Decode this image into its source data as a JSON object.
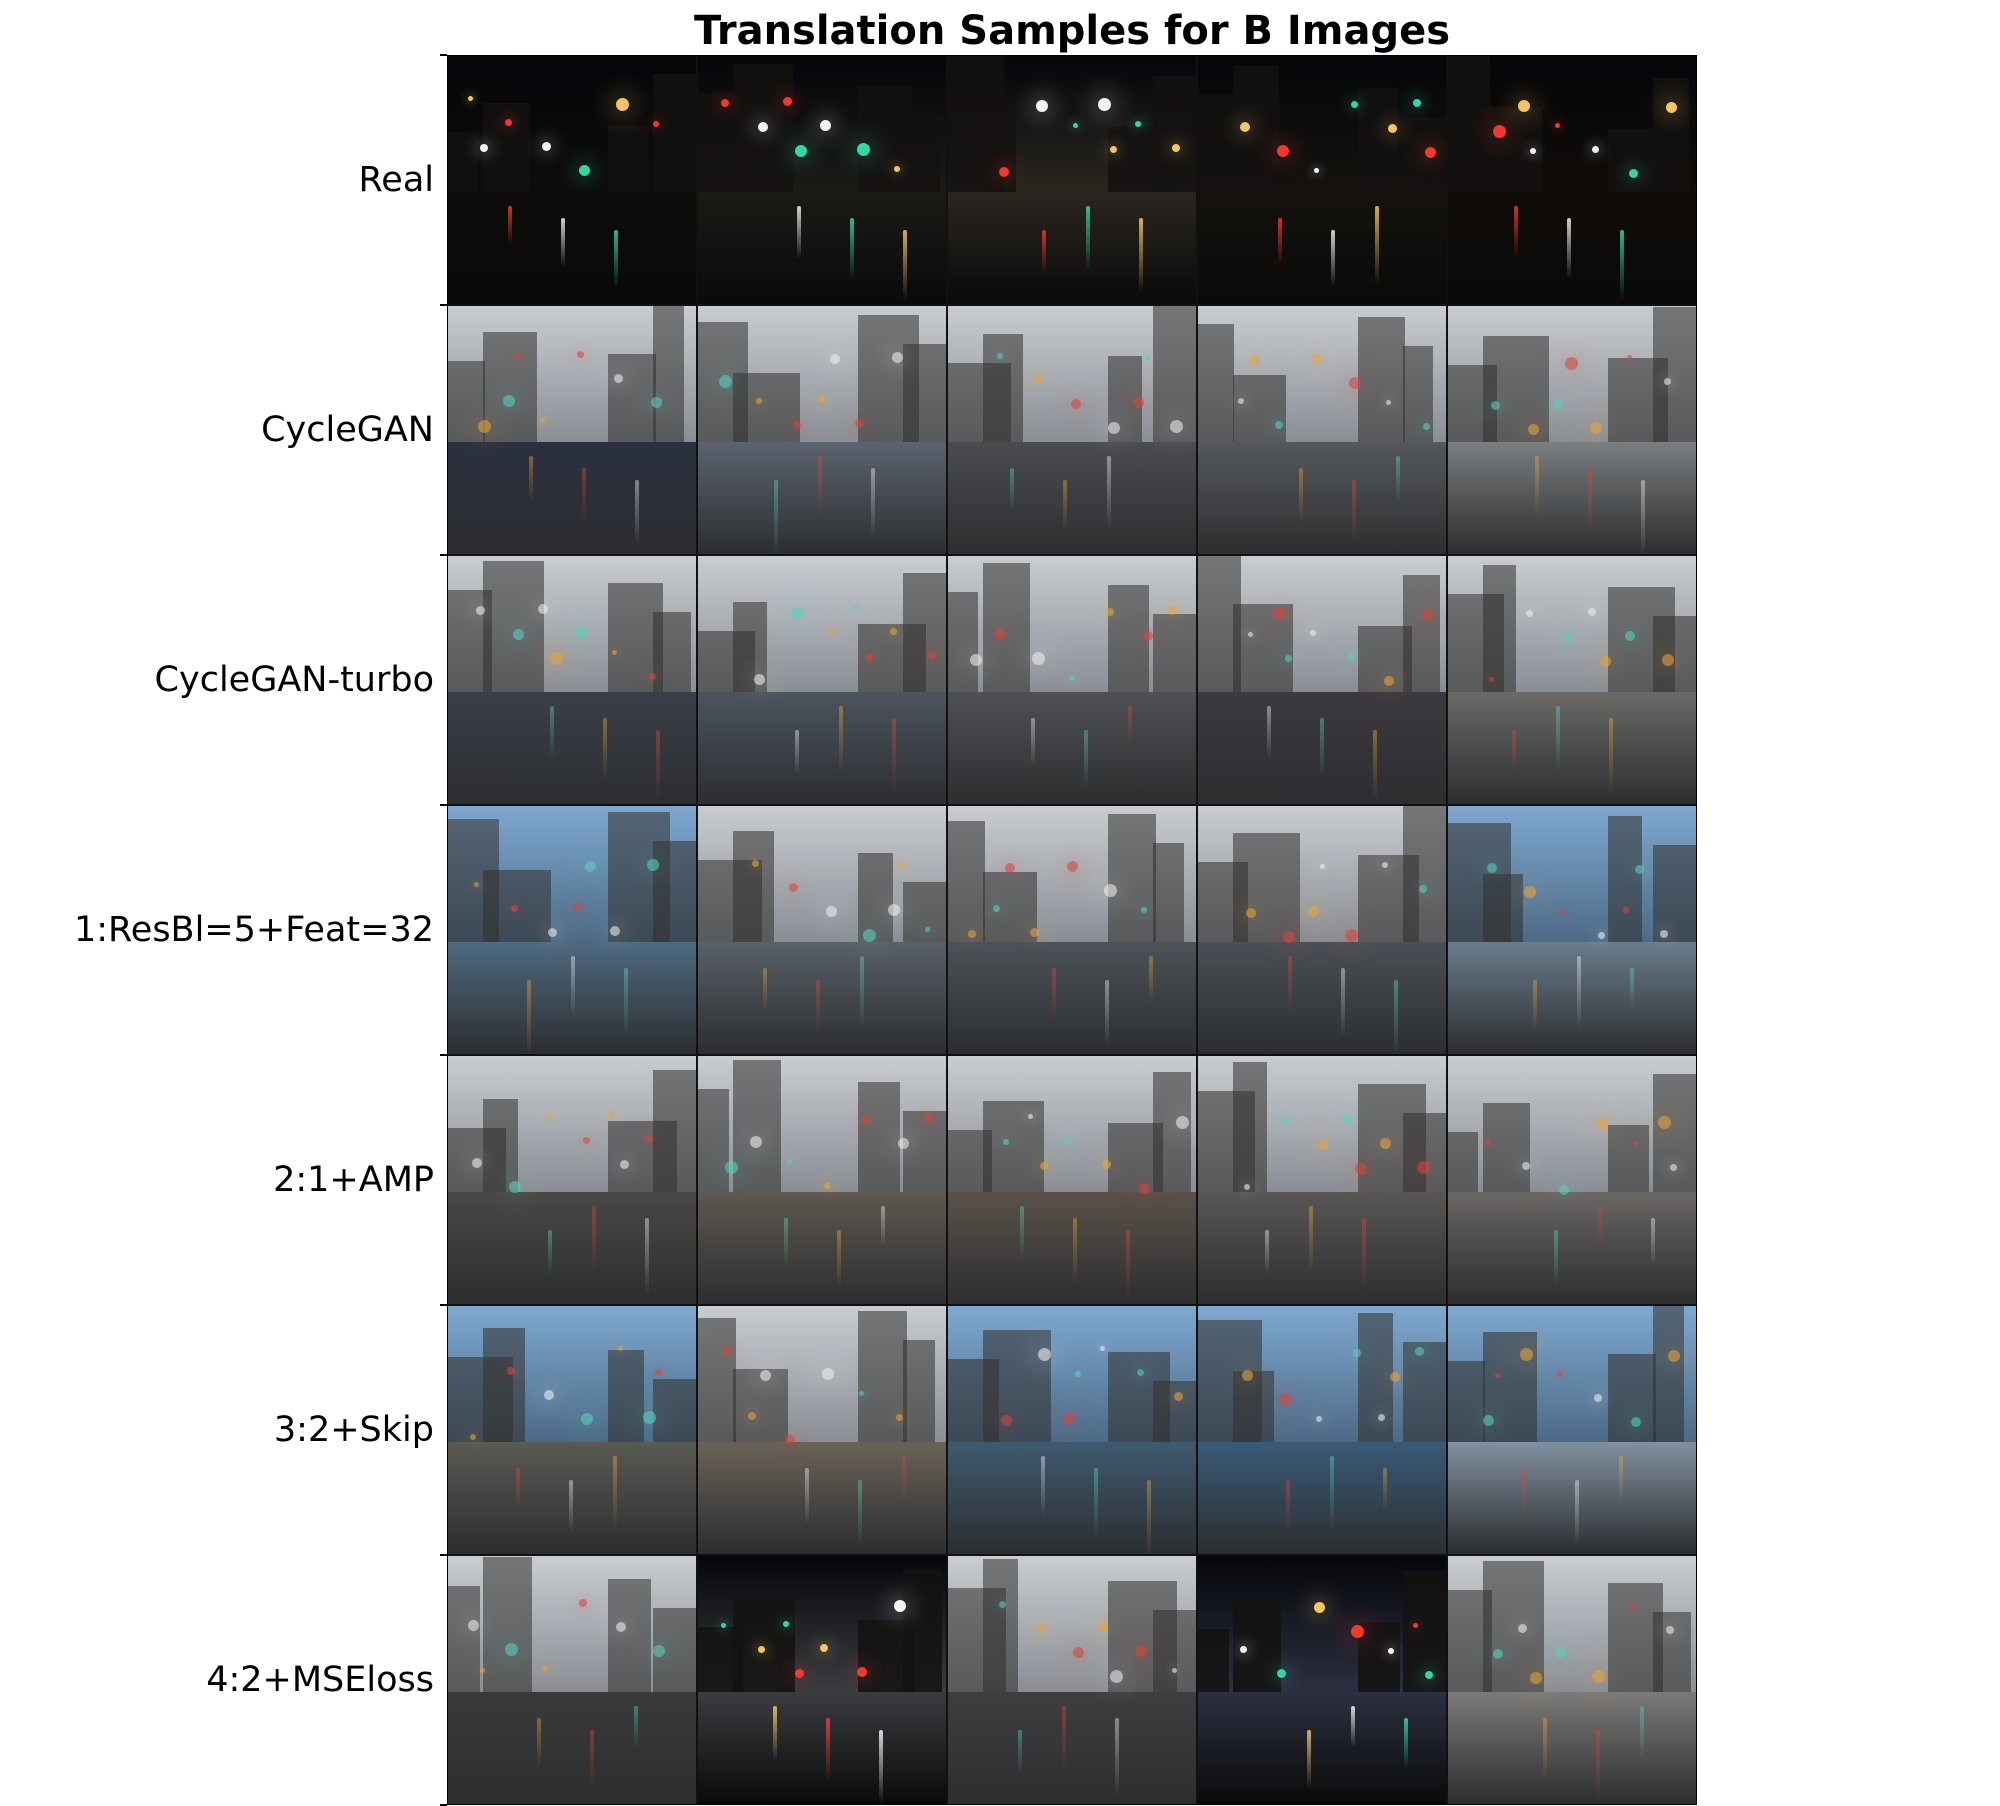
{
  "title": "Translation Samples for B Images",
  "rows": [
    {
      "label": "Real",
      "palette": [
        "#0d0c0a",
        "#1c1a16",
        "#2a2620",
        "#15120e",
        "#100c08"
      ],
      "tones": [
        "night",
        "street-night",
        "rain-night",
        "rain-night",
        "rain-night"
      ]
    },
    {
      "label": "CycleGAN",
      "palette": [
        "#2b3040",
        "#5c6370",
        "#4a4c50",
        "#56595c",
        "#7b7e80"
      ],
      "tones": [
        "day",
        "street-day",
        "rain-day",
        "rain-day",
        "rain-day"
      ]
    },
    {
      "label": "CycleGAN-turbo",
      "palette": [
        "#3a3e48",
        "#4c5460",
        "#4e5054",
        "#3d3940",
        "#6b6a68"
      ],
      "tones": [
        "day",
        "street-day",
        "rain-day",
        "rain-day",
        "rain-day"
      ]
    },
    {
      "label": "1:ResBl=5+Feat=32",
      "palette": [
        "#4f6a80",
        "#596068",
        "#4c5258",
        "#4a5056",
        "#6a7c8c"
      ],
      "tones": [
        "blue",
        "street-day",
        "rain-day",
        "rain-day",
        "blue"
      ]
    },
    {
      "label": "2:1+AMP",
      "palette": [
        "#4a4846",
        "#5e5850",
        "#5a524a",
        "#5a5656",
        "#6a6664"
      ],
      "tones": [
        "day",
        "street-day",
        "rain-day",
        "rain-day",
        "rain-day"
      ]
    },
    {
      "label": "3:2+Skip",
      "palette": [
        "#5a5a54",
        "#6a6258",
        "#3f5a70",
        "#3a5a78",
        "#8090a0"
      ],
      "tones": [
        "blue",
        "street-day",
        "blue",
        "blue",
        "blue"
      ]
    },
    {
      "label": "4:2+MSEloss",
      "palette": [
        "#3a3a3a",
        "#3a3c40",
        "#3e3e40",
        "#2c3040",
        "#7c7a78"
      ],
      "tones": [
        "day",
        "street-night",
        "rain-day",
        "rain-night",
        "rain-day"
      ]
    }
  ]
}
